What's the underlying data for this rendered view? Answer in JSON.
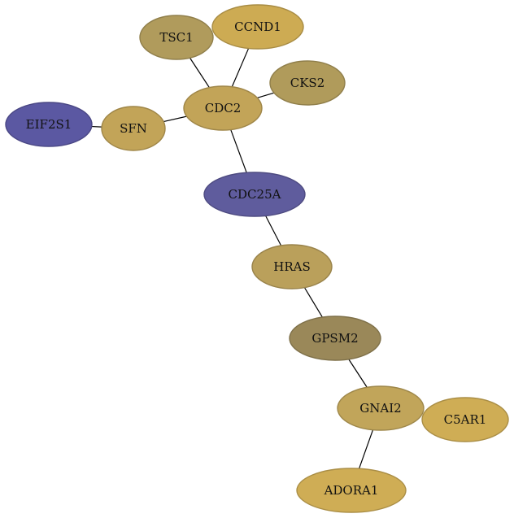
{
  "colors": {
    "gold": "#c8a74b",
    "gold_light": "#cfad55",
    "tan": "#b19b5b",
    "tan_dark": "#9c8759",
    "olive": "#9a8759",
    "blue": "#5d5a9d",
    "blue_dark": "#5a58a3"
  },
  "nodes": {
    "tsc1": {
      "label": "TSC1",
      "color": "#b09b5c"
    },
    "ccnd1": {
      "label": "CCND1",
      "color": "#cdab53"
    },
    "cks2": {
      "label": "CKS2",
      "color": "#b09b5b"
    },
    "cdc2": {
      "label": "CDC2",
      "color": "#c2a458"
    },
    "eif2s1": {
      "label": "EIF2S1",
      "color": "#5b58a2"
    },
    "sfn": {
      "label": "SFN",
      "color": "#c2a458"
    },
    "cdc25a": {
      "label": "CDC25A",
      "color": "#5f5c9d"
    },
    "hras": {
      "label": "HRAS",
      "color": "#baa05b"
    },
    "gpsm2": {
      "label": "GPSM2",
      "color": "#9a8859"
    },
    "gnai2": {
      "label": "GNAI2",
      "color": "#c1a55a"
    },
    "c5ar1": {
      "label": "C5AR1",
      "color": "#cfad55"
    },
    "adora1": {
      "label": "ADORA1",
      "color": "#cfad55"
    }
  },
  "edges": [
    [
      "tsc1",
      "cdc2"
    ],
    [
      "ccnd1",
      "cdc2"
    ],
    [
      "cks2",
      "cdc2"
    ],
    [
      "sfn",
      "cdc2"
    ],
    [
      "eif2s1",
      "sfn"
    ],
    [
      "cdc2",
      "cdc25a"
    ],
    [
      "cdc25a",
      "hras"
    ],
    [
      "hras",
      "gpsm2"
    ],
    [
      "gpsm2",
      "gnai2"
    ],
    [
      "gnai2",
      "adora1"
    ]
  ]
}
